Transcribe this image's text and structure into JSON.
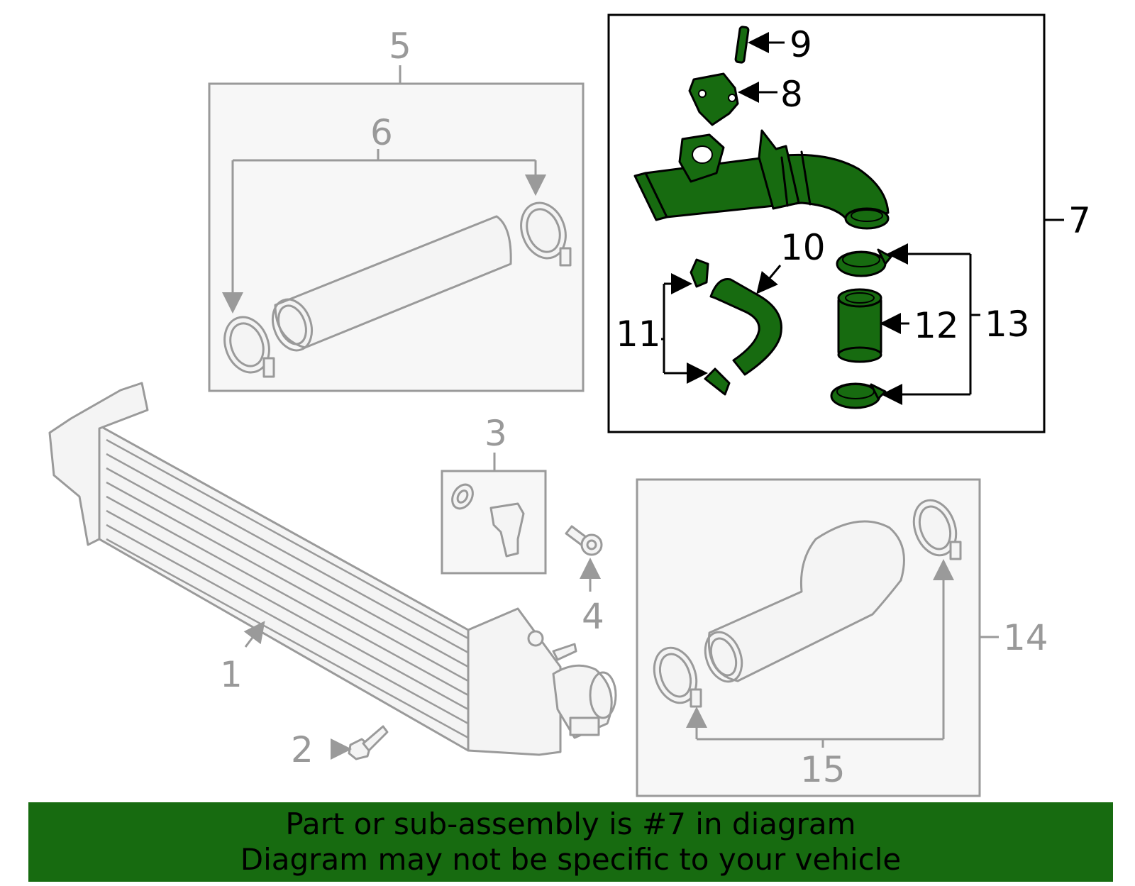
{
  "colors": {
    "highlight_green": "#176b10",
    "part_grey": "#9a9a9a",
    "panel_bg": "#f7f7f7",
    "banner_bg": "#176b10"
  },
  "callouts": {
    "c1": "1",
    "c2": "2",
    "c3": "3",
    "c4": "4",
    "c5": "5",
    "c6": "6",
    "c7": "7",
    "c8": "8",
    "c9": "9",
    "c10": "10",
    "c11": "11",
    "c12": "12",
    "c13": "13",
    "c14": "14",
    "c15": "15"
  },
  "highlighted_part": "7",
  "banner": {
    "line1": "Part or sub-assembly is #7 in diagram",
    "line2": "Diagram may not be specific to your vehicle"
  }
}
